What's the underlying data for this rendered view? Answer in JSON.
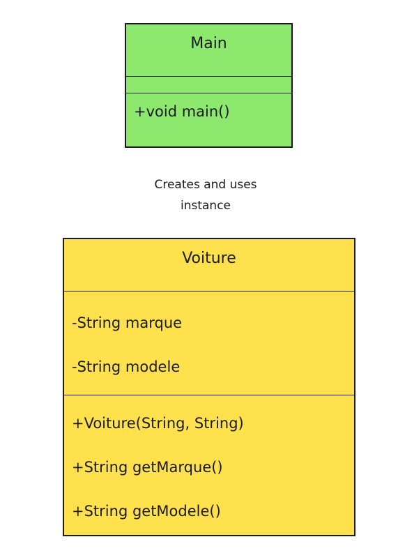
{
  "diagram": {
    "main_class": {
      "name": "Main",
      "attributes": [],
      "methods": [
        "+void main()"
      ],
      "fill_color": "#8de86e"
    },
    "relationship": {
      "label_line1": "Creates and uses",
      "label_line2": "instance"
    },
    "voiture_class": {
      "name": "Voiture",
      "attributes": [
        "-String marque",
        "-String modele"
      ],
      "methods": [
        "+Voiture(String, String)",
        "+String getMarque()",
        "+String getModele()"
      ],
      "fill_color": "#ffe14d"
    },
    "border_color": "#1a1a1a"
  }
}
